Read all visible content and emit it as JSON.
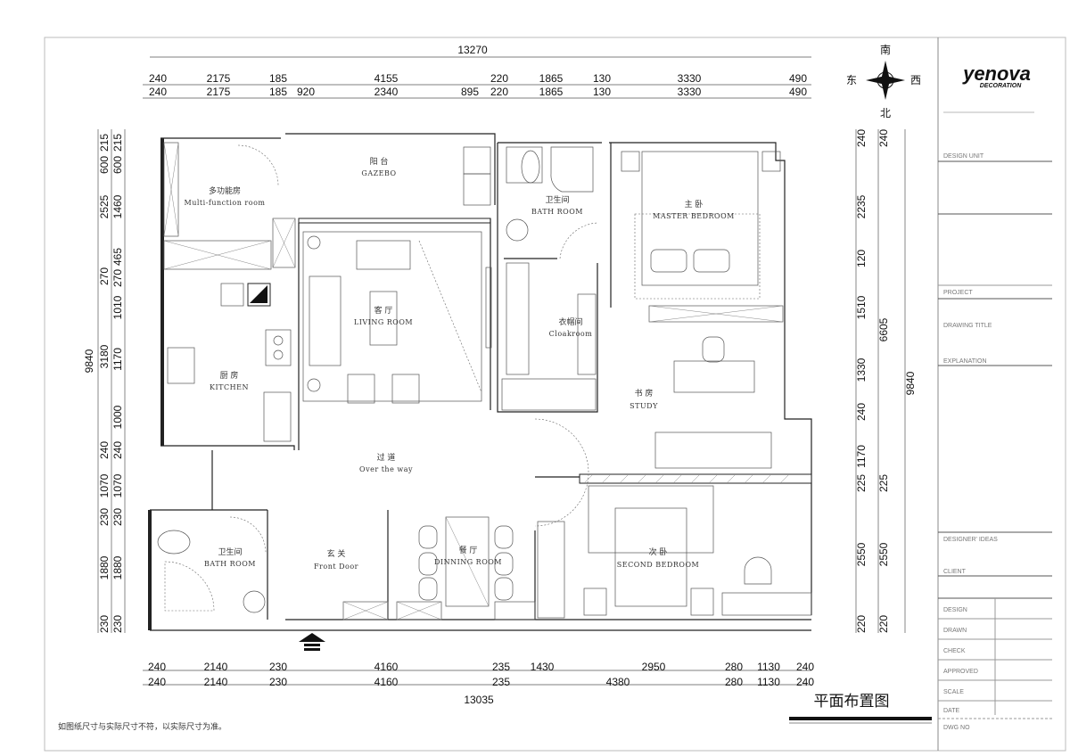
{
  "drawing": {
    "title": "平面布置图",
    "note": "如图纸尺寸与实际尺寸不符，以实际尺寸为准。",
    "overall_top": "13270",
    "overall_bottom": "13035",
    "overall_left": "9840",
    "overall_right": "9840"
  },
  "compass": {
    "north": "北",
    "south": "南",
    "east": "东",
    "west": "西"
  },
  "dims_top_1": [
    "240",
    "2175",
    "185",
    "4155",
    "220",
    "1865",
    "130",
    "3330",
    "490"
  ],
  "dims_top_2": [
    "240",
    "2175",
    "185",
    "920",
    "2340",
    "895",
    "220",
    "1865",
    "130",
    "3330",
    "490"
  ],
  "dims_left_1": [
    "215",
    "600",
    "2525",
    "270",
    "3180",
    "240",
    "1070",
    "230",
    "1880",
    "230"
  ],
  "dims_left_2": [
    "215",
    "600",
    "1460",
    "465",
    "270",
    "1010",
    "1170",
    "1000",
    "240",
    "1070",
    "230",
    "1880",
    "230"
  ],
  "dims_right_1": [
    "240",
    "2235",
    "120",
    "1510",
    "1330",
    "240",
    "1170",
    "225",
    "2550",
    "220"
  ],
  "dims_right_2": [
    "240",
    "6605",
    "225",
    "2550",
    "220"
  ],
  "dims_bottom_1": [
    "240",
    "2140",
    "230",
    "4160",
    "235",
    "1430",
    "2950",
    "280",
    "1130",
    "240"
  ],
  "dims_bottom_2": [
    "240",
    "2140",
    "230",
    "4160",
    "235",
    "4380",
    "280",
    "1130",
    "240"
  ],
  "rooms": {
    "multi": {
      "cn": "多功能房",
      "en": "Multi-function room"
    },
    "gazebo": {
      "cn": "阳 台",
      "en": "GAZEBO"
    },
    "bath1": {
      "cn": "卫生间",
      "en": "BATH ROOM"
    },
    "master": {
      "cn": "主 卧",
      "en": "MASTER BEDROOM"
    },
    "living": {
      "cn": "客 厅",
      "en": "LIVING ROOM"
    },
    "cloak": {
      "cn": "衣帽间",
      "en": "Cloakroom"
    },
    "kitchen": {
      "cn": "厨 房",
      "en": "KITCHEN"
    },
    "study": {
      "cn": "书 房",
      "en": "STUDY"
    },
    "hall": {
      "cn": "过 道",
      "en": "Over the way"
    },
    "bath2": {
      "cn": "卫生间",
      "en": "BATH ROOM"
    },
    "front": {
      "cn": "玄 关",
      "en": "Front Door"
    },
    "dining": {
      "cn": "餐 厅",
      "en": "DINNING ROOM"
    },
    "second": {
      "cn": "次 卧",
      "en": "SECOND BEDROOM"
    }
  },
  "title_block": {
    "logo": "yenova",
    "logo_sub": "DECORATION",
    "design_unit": "DESIGN UNIT",
    "project": "PROJECT",
    "drawing_title": "DRAWING TITLE",
    "explanation": "EXPLANATION",
    "designer_ideas": "DESIGNER' IDEAS",
    "client": "CLIENT",
    "design": "DESIGN",
    "drawn": "DRAWN",
    "check": "CHECK",
    "approved": "APPROVED",
    "scale": "SCALE",
    "date": "DATE",
    "dwg_no": "DWG NO"
  }
}
